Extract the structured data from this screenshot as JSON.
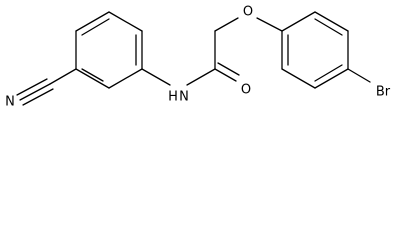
{
  "molecule": {
    "atoms": {
      "nitrile_n": "N",
      "amide_nh": "H",
      "amide_n": "N",
      "carbonyl_o": "O",
      "ether_o": "O",
      "bromine": "Br"
    }
  }
}
